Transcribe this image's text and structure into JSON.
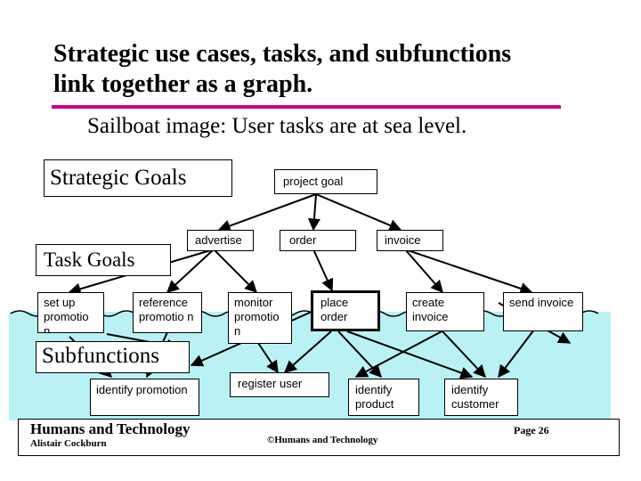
{
  "title_line1": "Strategic use cases, tasks, and subfunctions",
  "title_line2": "link together as a graph.",
  "subtitle": "Sailboat image:  User tasks are at sea level.",
  "levels": {
    "strategic": "Strategic Goals",
    "task": "Task Goals",
    "sub": "Subfunctions"
  },
  "nodes": {
    "project_goal": "project goal",
    "advertise": "advertise",
    "order": "order",
    "invoice": "invoice",
    "setup_promotion": "set up promotio n",
    "reference_promotion": "reference promotio n",
    "monitor_promotion": "monitor promotio n",
    "place_order": "place order",
    "create_invoice": "create invoice",
    "send_invoice": "send invoice",
    "identify_promotion": "identify promotion",
    "register_user": "register user",
    "identify_product": "identify product",
    "identify_customer": "identify customer"
  },
  "footer": {
    "main": "Humans and Technology",
    "author": "Alistair Cockburn",
    "copyright": "©Humans and Technology",
    "page": "Page 26"
  },
  "colors": {
    "rule": "#c8008c",
    "sea": "#b9f1f5"
  }
}
